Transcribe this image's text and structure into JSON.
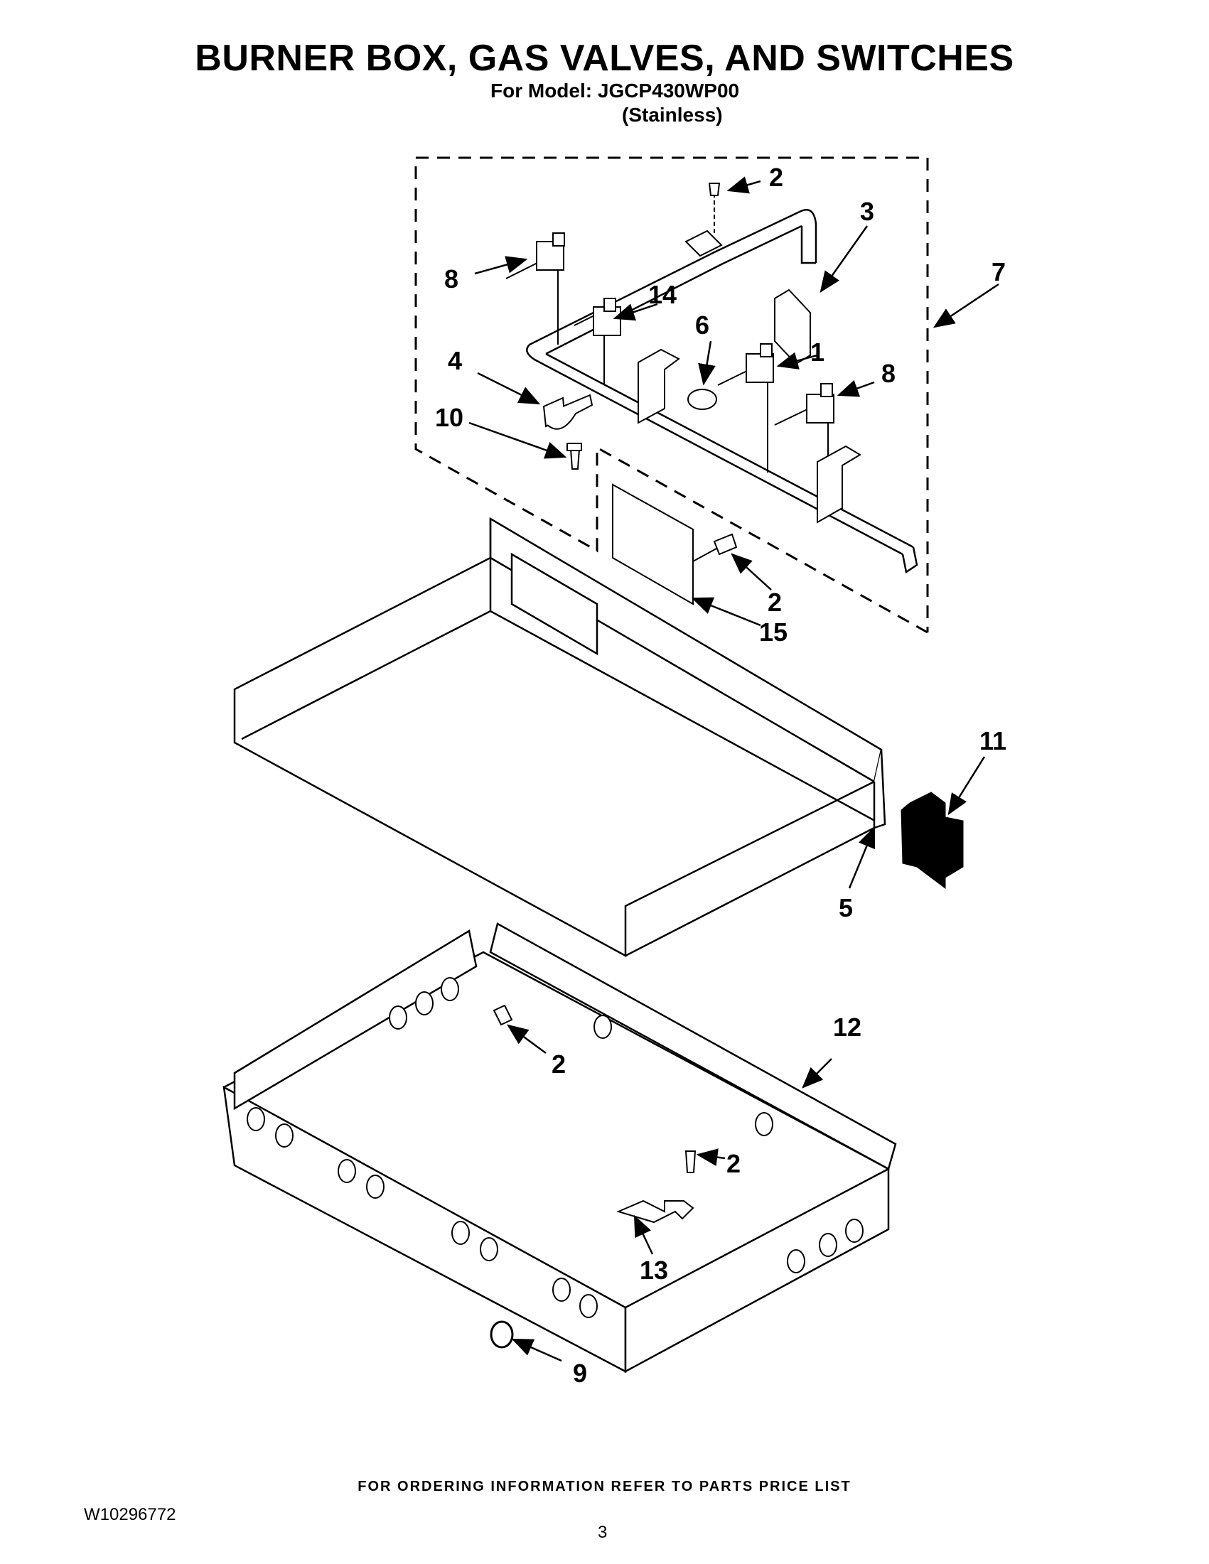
{
  "header": {
    "title": "BURNER BOX, GAS VALVES, AND SWITCHES",
    "model_line": "For Model: JGCP430WP00",
    "variant": "(Stainless)"
  },
  "callouts": {
    "c1": "1",
    "c2a": "2",
    "c2b": "2",
    "c2c": "2",
    "c2d": "2",
    "c3": "3",
    "c4": "4",
    "c5": "5",
    "c6": "6",
    "c7": "7",
    "c8a": "8",
    "c8b": "8",
    "c9": "9",
    "c10": "10",
    "c11": "11",
    "c12": "12",
    "c13": "13",
    "c14": "14",
    "c15": "15"
  },
  "footer": {
    "ordering_note": "FOR ORDERING INFORMATION REFER TO PARTS PRICE LIST",
    "doc_number": "W10296772",
    "page_number": "3"
  }
}
